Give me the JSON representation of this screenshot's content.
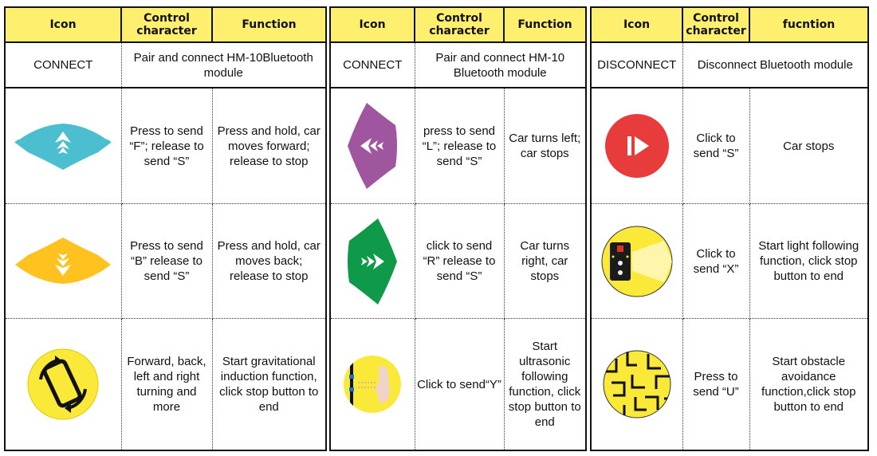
{
  "colors": {
    "header_bg": "#ffef6e",
    "teal": "#4bbfcf",
    "orange": "#ffc21f",
    "purple": "#a0559f",
    "green": "#0e9a48",
    "red": "#e83b3b",
    "yellow": "#fbe93a"
  },
  "panel1": {
    "headers": [
      "Icon",
      "Control character",
      "Function"
    ],
    "connect": {
      "label": "CONNECT",
      "desc": "Pair and connect HM-10Bluetooth module"
    },
    "rows": [
      {
        "icon": "forward-arrow-icon",
        "control": "Press to send “F”; release to send “S”",
        "function": "Press and hold, car moves forward; release to stop"
      },
      {
        "icon": "back-arrow-icon",
        "control": "Press to send “B” release to send “S”",
        "function": "Press and hold, car moves back; release to stop"
      },
      {
        "icon": "phone-rotate-icon",
        "control": "Forward, back, left and right turning and more",
        "function": "Start gravitational induction function, click stop button to end"
      }
    ]
  },
  "panel2": {
    "headers": [
      "Icon",
      "Control character",
      "Function"
    ],
    "connect": {
      "label": "CONNECT",
      "desc": "Pair and connect HM-10 Bluetooth module"
    },
    "rows": [
      {
        "icon": "left-arrow-icon",
        "control": "press to send “L”; release to send “S”",
        "function": "Car turns left; car stops"
      },
      {
        "icon": "right-arrow-icon",
        "control": "click to send “R” release to send “S”",
        "function": "Car turns right, car stops"
      },
      {
        "icon": "ultrasonic-hand-icon",
        "control": "Click to send“Y”",
        "function": "Start ultrasonic following function, click stop button to end"
      }
    ]
  },
  "panel3": {
    "headers": [
      "Icon",
      "Control character",
      "fucntion"
    ],
    "disconnect": {
      "label": "DISCONNECT",
      "desc": "Disconnect Bluetooth module"
    },
    "rows": [
      {
        "icon": "stop-play-icon",
        "control": "Click to send “S”",
        "function": "Car stops"
      },
      {
        "icon": "light-sensor-icon",
        "control": "Click to send “X”",
        "function": "Start light following function, click stop button to end"
      },
      {
        "icon": "maze-icon",
        "control": "Press to send “U”",
        "function": "Start obstacle avoidance function,click stop button to end"
      }
    ]
  }
}
